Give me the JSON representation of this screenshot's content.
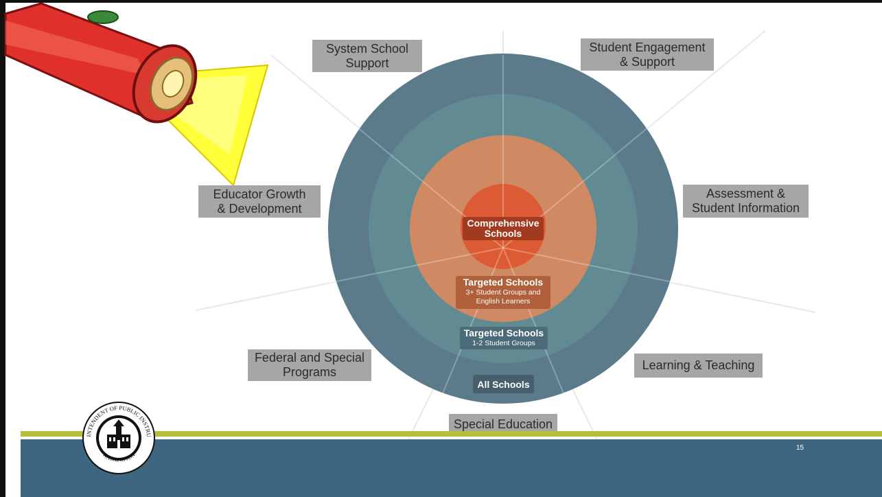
{
  "slide": {
    "page_number": "15"
  },
  "rings": {
    "comprehensive": {
      "title": "Comprehensive",
      "title2": "Schools"
    },
    "targeted_3plus": {
      "title": "Targeted Schools",
      "sub1": "3+ Student Groups and",
      "sub2": "English Learners"
    },
    "targeted_1to2": {
      "title": "Targeted Schools",
      "sub1": "1-2 Student Groups"
    },
    "all": {
      "title": "All Schools"
    }
  },
  "labels": {
    "system_school_support": [
      "System School",
      "Support"
    ],
    "student_engagement": [
      "Student Engagement",
      "& Support"
    ],
    "educator_growth": [
      "Educator Growth",
      "& Development"
    ],
    "assessment": [
      "Assessment &",
      "Student Information"
    ],
    "federal_special": [
      "Federal and Special",
      "Programs"
    ],
    "learning_teaching": [
      "Learning & Teaching"
    ],
    "special_education": [
      "Special Education"
    ]
  },
  "seal": {
    "text_top": "SUPERINTENDENT OF PUBLIC INSTRUCTION",
    "text_bottom": "WASHINGTON"
  },
  "colors": {
    "outer_ring": "#5b7b8b",
    "second_ring": "#628a92",
    "third_ring": "#cf8a64",
    "core": "#dd5b34",
    "label_bg": "#a6a6a6",
    "band": "#3e6680",
    "accent_line": "#b5bf3a"
  },
  "icons": [
    "flashlight-icon",
    "state-seal-icon"
  ]
}
